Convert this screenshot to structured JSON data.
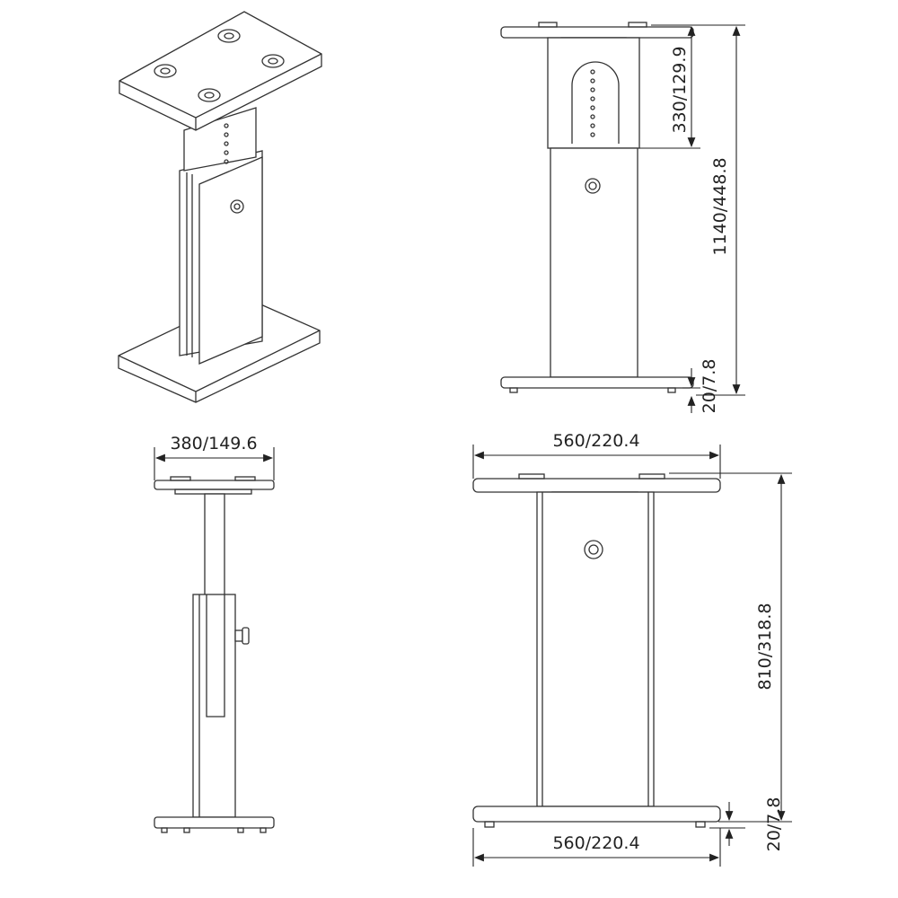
{
  "views": {
    "isometric": {},
    "side_view": {
      "width_label": "380/149.6"
    },
    "front_view_extended": {
      "total_height_label": "1140/448.8",
      "adjust_range_label": "330/129.9",
      "foot_height_label": "20/7.8"
    },
    "front_view_collapsed": {
      "top_width_label": "560/220.4",
      "base_width_label": "560/220.4",
      "height_label": "810/318.8",
      "foot_height_label": "20/7.8"
    }
  },
  "colors": {
    "line": "#333333",
    "background": "#ffffff"
  }
}
